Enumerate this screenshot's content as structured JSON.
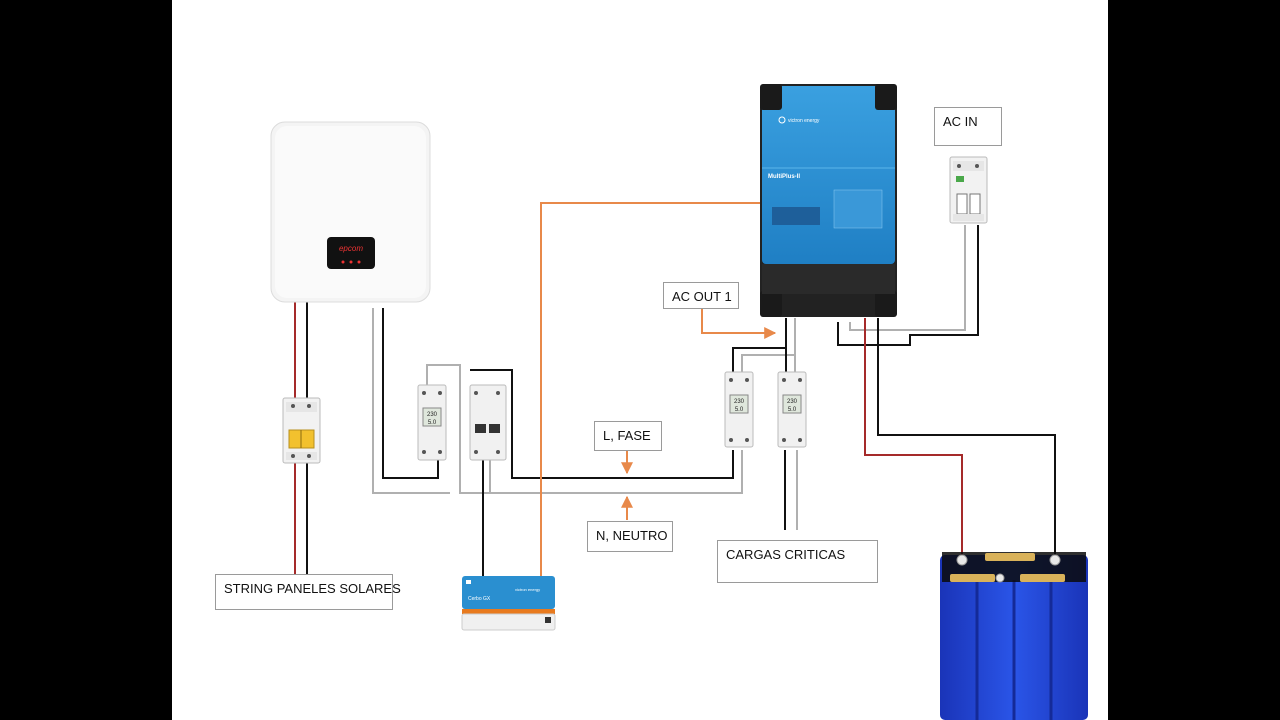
{
  "labels": {
    "ac_in": "AC IN",
    "ac_out_1": "AC OUT 1",
    "l_fase": "L, FASE",
    "n_neutro": "N, NEUTRO",
    "cargas_criticas": "CARGAS CRITICAS",
    "string_paneles": "STRING PANELES SOLARES"
  },
  "devices": {
    "solar_inverter": {
      "brand": "epcom"
    },
    "battery_inverter": {
      "brand": "victron energy",
      "model": "MultiPlus-II"
    },
    "gx_device": {
      "name": "Cerbo GX",
      "brand": "victron energy"
    },
    "energy_meter": {
      "display_top": "230",
      "display_bottom": "5.0"
    }
  },
  "colors": {
    "wire_black": "#111111",
    "wire_red": "#a52a2a",
    "wire_gray": "#b0b0b0",
    "wire_orange": "#e8894a",
    "victron_blue": "#2a8fd0",
    "battery_blue": "#1f3fd1"
  }
}
